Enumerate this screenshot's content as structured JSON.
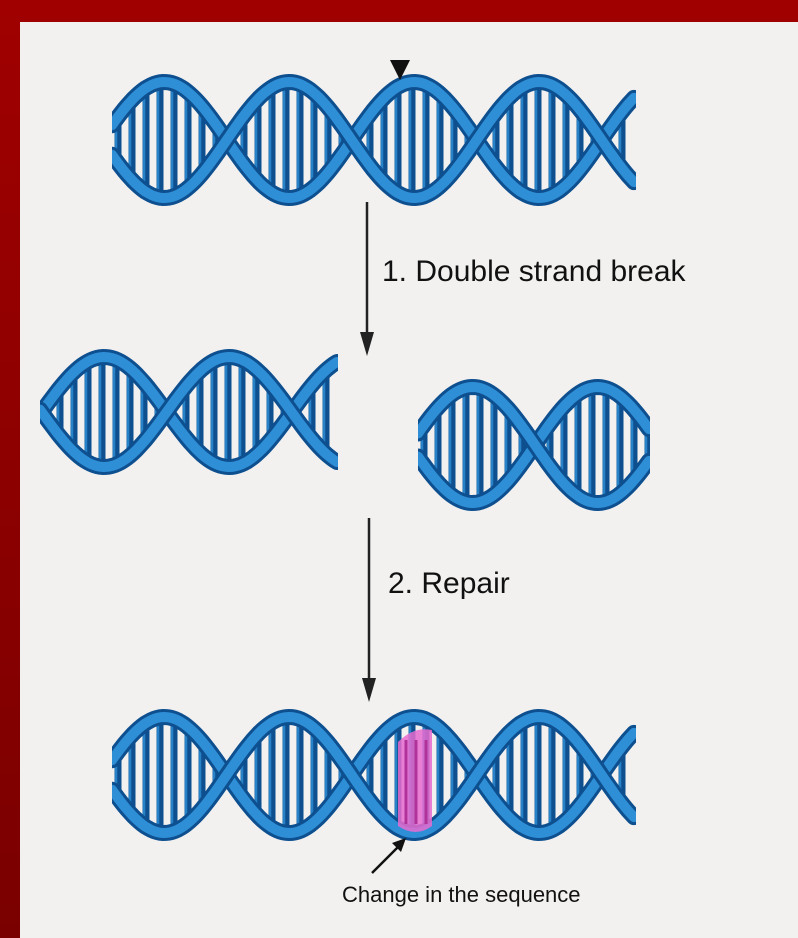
{
  "labels": {
    "step1": "1. Double strand break",
    "step2": "2. Repair",
    "change": "Change in the sequence"
  },
  "colors": {
    "frame": "#8a0000",
    "background": "#f2f1ef",
    "helix": "#2f8fd6",
    "helix_dark": "#0d4f8f",
    "highlight": "#e86bd0"
  },
  "icons": [
    "cut-site-marker-icon",
    "down-arrow-icon",
    "pointer-arrow-icon"
  ]
}
